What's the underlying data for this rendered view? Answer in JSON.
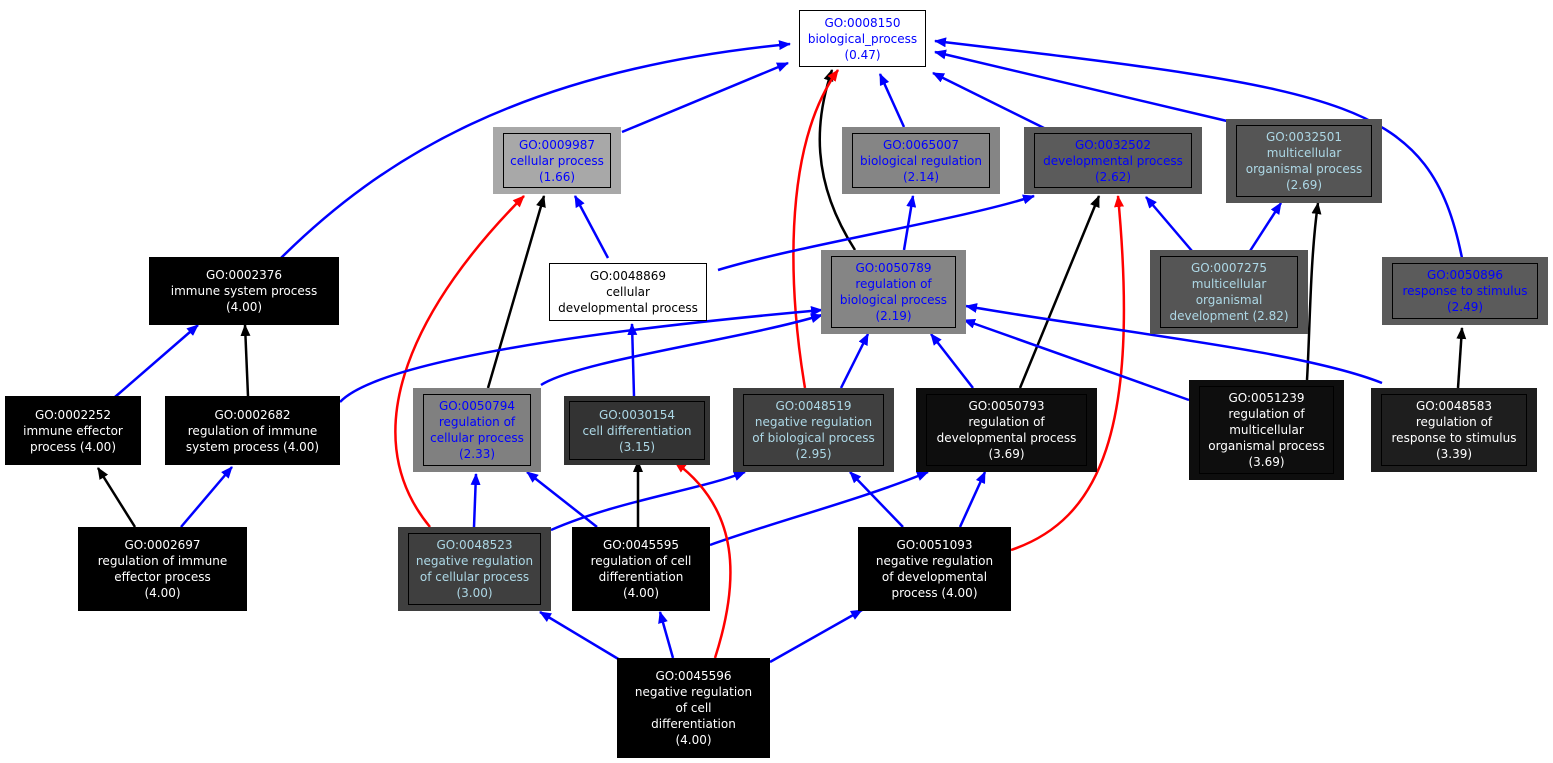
{
  "nodes": [
    {
      "id": "n8150",
      "lines": [
        "GO:0008150",
        "biological_process",
        "(0.47)"
      ],
      "link": true,
      "fill": "#ffffff",
      "outer": null,
      "text": "#0000ff"
    },
    {
      "id": "n9987",
      "lines": [
        "GO:0009987",
        "cellular process",
        "(1.66)"
      ],
      "link": true,
      "fill": "#a8a8a8",
      "outer": "#a8a8a8",
      "text": "#0000ff"
    },
    {
      "id": "n65007",
      "lines": [
        "GO:0065007",
        "biological regulation",
        "(2.14)"
      ],
      "link": true,
      "fill": "#858585",
      "outer": "#858585",
      "text": "#0000ff"
    },
    {
      "id": "n32502",
      "lines": [
        "GO:0032502",
        "developmental process",
        "(2.62)"
      ],
      "link": true,
      "fill": "#5b5b5b",
      "outer": "#5b5b5b",
      "text": "#0000ff"
    },
    {
      "id": "n32501",
      "lines": [
        "GO:0032501",
        "multicellular",
        "organismal process",
        "(2.69)"
      ],
      "link": false,
      "fill": "#555555",
      "outer": "#555555",
      "text": "#add8e6"
    },
    {
      "id": "n2376",
      "lines": [
        "GO:0002376",
        "immune system process",
        "(4.00)"
      ],
      "link": false,
      "fill": "#000000",
      "outer": null,
      "text": "#ffffff"
    },
    {
      "id": "n48869",
      "lines": [
        "GO:0048869",
        "cellular",
        "developmental process"
      ],
      "link": false,
      "fill": "#ffffff",
      "outer": null,
      "text": "#000000"
    },
    {
      "id": "n50789",
      "lines": [
        "GO:0050789",
        "regulation of",
        "biological process",
        "(2.19)"
      ],
      "link": true,
      "fill": "#858585",
      "outer": "#858585",
      "text": "#0000ff"
    },
    {
      "id": "n7275",
      "lines": [
        "GO:0007275",
        "multicellular",
        "organismal",
        "development (2.82)"
      ],
      "link": false,
      "fill": "#555555",
      "outer": "#555555",
      "text": "#add8e6"
    },
    {
      "id": "n50896",
      "lines": [
        "GO:0050896",
        "response to stimulus",
        "(2.49)"
      ],
      "link": true,
      "fill": "#5b5b5b",
      "outer": "#5b5b5b",
      "text": "#0000ff"
    },
    {
      "id": "n2252",
      "lines": [
        "GO:0002252",
        "immune effector",
        "process (4.00)"
      ],
      "link": false,
      "fill": "#000000",
      "outer": null,
      "text": "#ffffff"
    },
    {
      "id": "n2682",
      "lines": [
        "GO:0002682",
        "regulation of immune",
        "system process (4.00)"
      ],
      "link": false,
      "fill": "#000000",
      "outer": null,
      "text": "#ffffff"
    },
    {
      "id": "n50794",
      "lines": [
        "GO:0050794",
        "regulation of",
        "cellular process",
        "(2.33)"
      ],
      "link": true,
      "fill": "#808080",
      "outer": "#808080",
      "text": "#0000ff"
    },
    {
      "id": "n30154",
      "lines": [
        "GO:0030154",
        "cell differentiation",
        "(3.15)"
      ],
      "link": false,
      "fill": "#333333",
      "outer": "#333333",
      "text": "#add8e6"
    },
    {
      "id": "n48519",
      "lines": [
        "GO:0048519",
        "negative regulation",
        "of biological process",
        "(2.95)"
      ],
      "link": false,
      "fill": "#404040",
      "outer": "#404040",
      "text": "#add8e6"
    },
    {
      "id": "n50793",
      "lines": [
        "GO:0050793",
        "regulation of",
        "developmental process",
        "(3.69)"
      ],
      "link": false,
      "fill": "#0e0e0e",
      "outer": "#0e0e0e",
      "text": "#ffffff"
    },
    {
      "id": "n51239",
      "lines": [
        "GO:0051239",
        "regulation of",
        "multicellular",
        "organismal process",
        "(3.69)"
      ],
      "link": false,
      "fill": "#0e0e0e",
      "outer": "#0e0e0e",
      "text": "#ffffff"
    },
    {
      "id": "n48583",
      "lines": [
        "GO:0048583",
        "regulation of",
        "response to stimulus",
        "(3.39)"
      ],
      "link": false,
      "fill": "#1e1e1e",
      "outer": "#1e1e1e",
      "text": "#ffffff"
    },
    {
      "id": "n2697",
      "lines": [
        "GO:0002697",
        "regulation of immune",
        "effector process",
        "(4.00)"
      ],
      "link": false,
      "fill": "#000000",
      "outer": null,
      "text": "#ffffff"
    },
    {
      "id": "n48523",
      "lines": [
        "GO:0048523",
        "negative regulation",
        "of cellular process",
        "(3.00)"
      ],
      "link": false,
      "fill": "#3f3f3f",
      "outer": "#3f3f3f",
      "text": "#add8e6"
    },
    {
      "id": "n45595",
      "lines": [
        "GO:0045595",
        "regulation of cell",
        "differentiation",
        "(4.00)"
      ],
      "link": false,
      "fill": "#000000",
      "outer": null,
      "text": "#ffffff"
    },
    {
      "id": "n51093",
      "lines": [
        "GO:0051093",
        "negative regulation",
        "of developmental",
        "process (4.00)"
      ],
      "link": false,
      "fill": "#000000",
      "outer": null,
      "text": "#ffffff"
    },
    {
      "id": "n45596",
      "lines": [
        "GO:0045596",
        "negative regulation",
        "of cell",
        "differentiation",
        "(4.00)"
      ],
      "link": false,
      "fill": "#000000",
      "outer": null,
      "text": "#ffffff"
    }
  ],
  "edges": [
    {
      "from": "n9987",
      "to": "n8150",
      "kind": "is_a"
    },
    {
      "from": "n65007",
      "to": "n8150",
      "kind": "is_a"
    },
    {
      "from": "n32502",
      "to": "n8150",
      "kind": "is_a"
    },
    {
      "from": "n32501",
      "to": "n8150",
      "kind": "is_a"
    },
    {
      "from": "n2376",
      "to": "n8150",
      "kind": "is_a"
    },
    {
      "from": "n50896",
      "to": "n8150",
      "kind": "is_a"
    },
    {
      "from": "n50789",
      "to": "n8150",
      "kind": "regulates"
    },
    {
      "from": "n48519",
      "to": "n8150",
      "kind": "negatively_regulates"
    },
    {
      "from": "n50789",
      "to": "n65007",
      "kind": "is_a"
    },
    {
      "from": "n48869",
      "to": "n9987",
      "kind": "is_a"
    },
    {
      "from": "n48869",
      "to": "n32502",
      "kind": "is_a"
    },
    {
      "from": "n50794",
      "to": "n9987",
      "kind": "regulates"
    },
    {
      "from": "n48523",
      "to": "n9987",
      "kind": "negatively_regulates"
    },
    {
      "from": "n7275",
      "to": "n32502",
      "kind": "is_a"
    },
    {
      "from": "n7275",
      "to": "n32501",
      "kind": "is_a"
    },
    {
      "from": "n50793",
      "to": "n32502",
      "kind": "regulates"
    },
    {
      "from": "n51093",
      "to": "n32502",
      "kind": "negatively_regulates"
    },
    {
      "from": "n51239",
      "to": "n32501",
      "kind": "regulates"
    },
    {
      "from": "n48583",
      "to": "n50896",
      "kind": "regulates"
    },
    {
      "from": "n2252",
      "to": "n2376",
      "kind": "is_a"
    },
    {
      "from": "n2682",
      "to": "n2376",
      "kind": "regulates"
    },
    {
      "from": "n2682",
      "to": "n50789",
      "kind": "is_a"
    },
    {
      "from": "n30154",
      "to": "n48869",
      "kind": "is_a"
    },
    {
      "from": "n50794",
      "to": "n50789",
      "kind": "is_a"
    },
    {
      "from": "n48519",
      "to": "n50789",
      "kind": "is_a"
    },
    {
      "from": "n50793",
      "to": "n50789",
      "kind": "is_a"
    },
    {
      "from": "n51239",
      "to": "n50789",
      "kind": "is_a"
    },
    {
      "from": "n48583",
      "to": "n50789",
      "kind": "is_a"
    },
    {
      "from": "n2697",
      "to": "n2252",
      "kind": "regulates"
    },
    {
      "from": "n2697",
      "to": "n2682",
      "kind": "is_a"
    },
    {
      "from": "n48523",
      "to": "n50794",
      "kind": "is_a"
    },
    {
      "from": "n48523",
      "to": "n48519",
      "kind": "is_a"
    },
    {
      "from": "n45595",
      "to": "n50794",
      "kind": "is_a"
    },
    {
      "from": "n45595",
      "to": "n30154",
      "kind": "regulates"
    },
    {
      "from": "n45595",
      "to": "n50793",
      "kind": "is_a"
    },
    {
      "from": "n51093",
      "to": "n48519",
      "kind": "is_a"
    },
    {
      "from": "n51093",
      "to": "n50793",
      "kind": "is_a"
    },
    {
      "from": "n45596",
      "to": "n48523",
      "kind": "is_a"
    },
    {
      "from": "n45596",
      "to": "n45595",
      "kind": "is_a"
    },
    {
      "from": "n45596",
      "to": "n51093",
      "kind": "is_a"
    },
    {
      "from": "n45596",
      "to": "n30154",
      "kind": "negatively_regulates"
    }
  ],
  "edge_colors": {
    "is_a": "#0000ff",
    "regulates": "#000000",
    "negatively_regulates": "#ff0000"
  }
}
